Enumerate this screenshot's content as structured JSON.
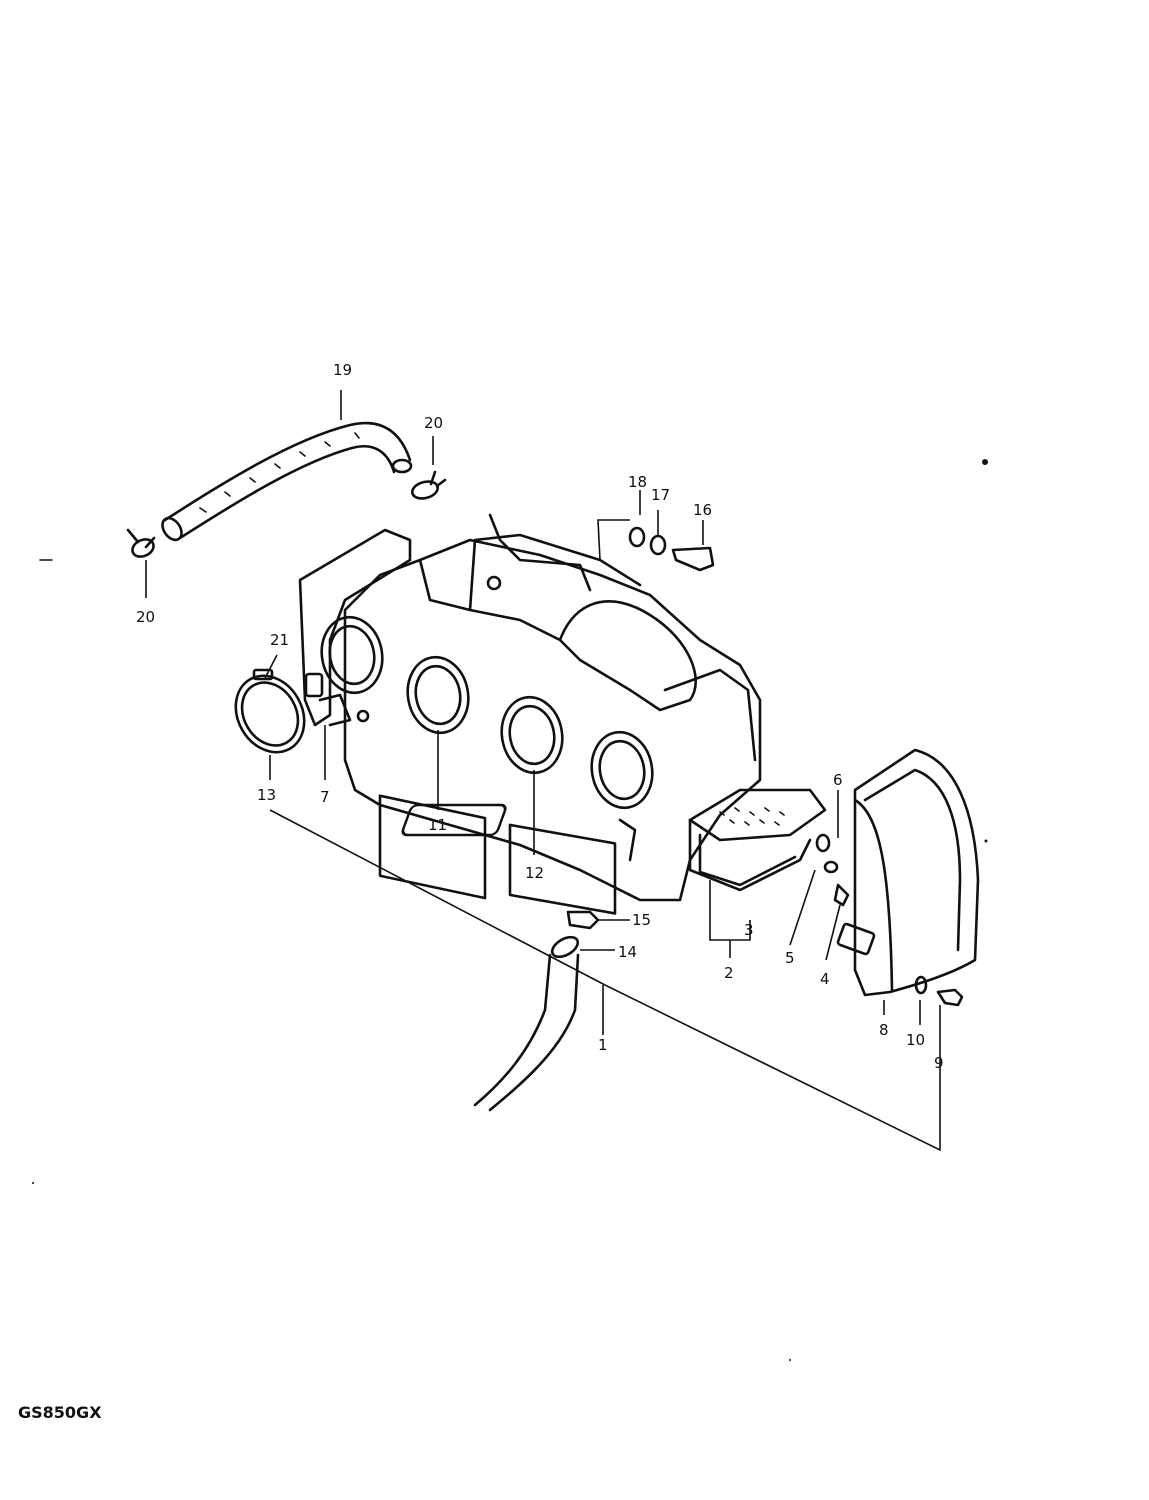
{
  "model_code": "GS850GX",
  "callouts": {
    "c1": "1",
    "c2": "2",
    "c3": "3",
    "c4": "4",
    "c5": "5",
    "c6": "6",
    "c7": "7",
    "c8": "8",
    "c9": "9",
    "c10": "10",
    "c11": "11",
    "c12": "12",
    "c13": "13",
    "c14": "14",
    "c15": "15",
    "c16": "16",
    "c17": "17",
    "c18": "18",
    "c19": "19",
    "c20a": "20",
    "c20b": "20",
    "c21": "21"
  }
}
